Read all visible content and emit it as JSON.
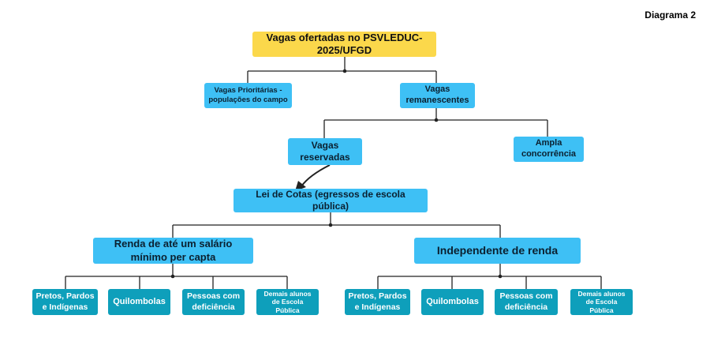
{
  "diagram_label": "Diagrama 2",
  "nodes": {
    "root": "Vagas ofertadas no PSVLEDUC-2025/UFGD",
    "prioritarias": "Vagas Prioritárias - populações do campo",
    "remanescentes": "Vagas remanescentes",
    "reservadas": "Vagas reservadas",
    "ampla": "Ampla concorrência",
    "lei_cotas": "Lei de Cotas (egressos de escola pública)",
    "renda": "Renda de até um salário mínimo per capta",
    "independente": "Independente de renda",
    "renda_children": [
      "Pretos, Pardos e Indígenas",
      "Quilombolas",
      "Pessoas com deficiência",
      "Demais alunos de Escola Pública"
    ],
    "indep_children": [
      "Pretos, Pardos e Indígenas",
      "Quilombolas",
      "Pessoas com deficiência",
      "Demais alunos de Escola Pública"
    ]
  },
  "colors": {
    "yellow": "#fbd84b",
    "blue": "#3ec0f5",
    "teal": "#0e9fbb",
    "line": "#222222"
  }
}
